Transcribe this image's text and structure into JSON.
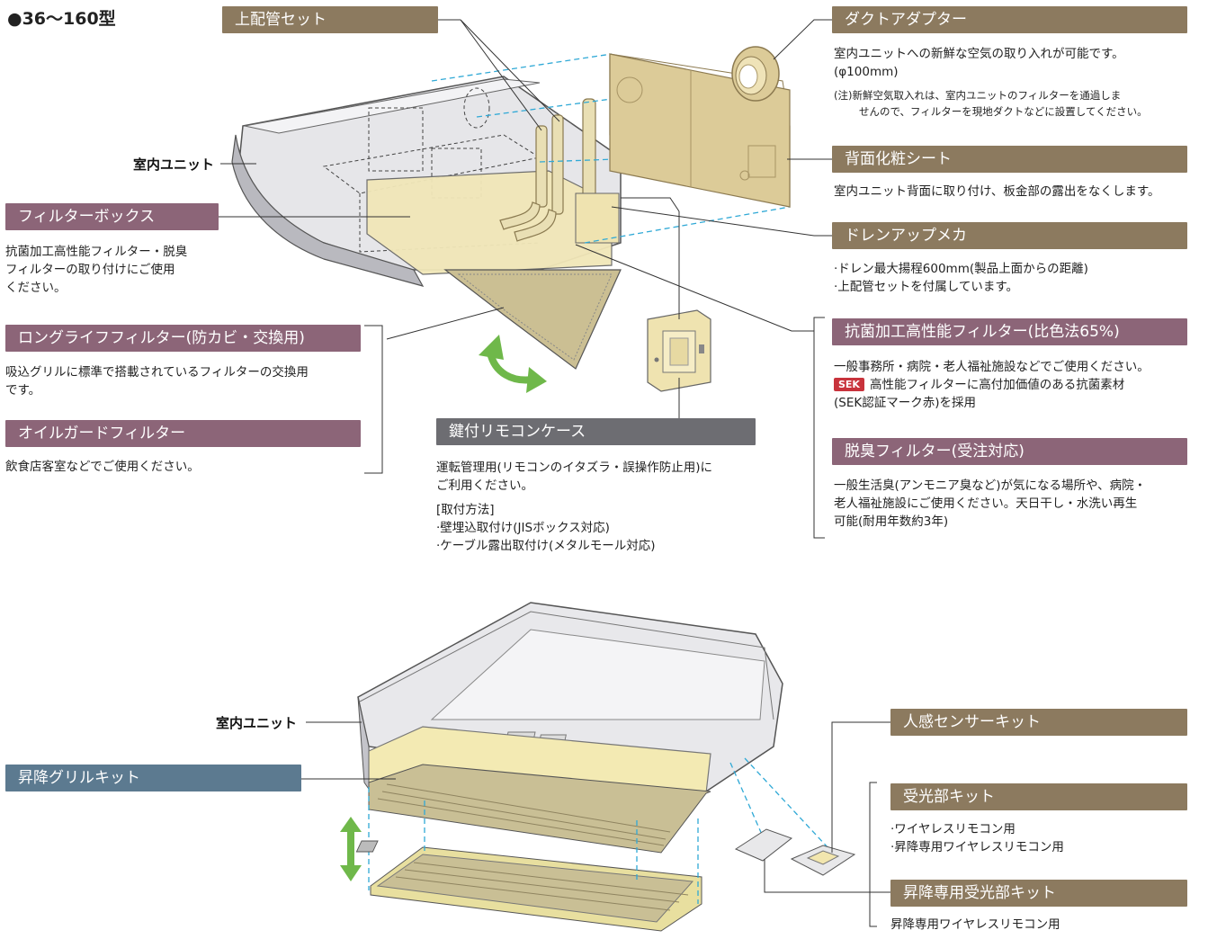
{
  "model_range": "●36〜160型",
  "top": {
    "indoor_unit_label": "室内ユニット",
    "upper_pipe_set": {
      "title": "上配管セット"
    },
    "duct_adapter": {
      "title": "ダクトアダプター",
      "desc1": "室内ユニットへの新鮮な空気の取り入れが可能です。",
      "desc2": "(φ100mm)",
      "note1": "(注)新鮮空気取入れは、室内ユニットのフィルターを通過しま",
      "note2": "せんので、フィルターを現地ダクトなどに設置してください。"
    },
    "back_sheet": {
      "title": "背面化粧シート",
      "desc": "室内ユニット背面に取り付け、板金部の露出をなくします。"
    },
    "drain_up": {
      "title": "ドレンアップメカ",
      "line1": "·ドレン最大揚程600mm(製品上面からの距離)",
      "line2": "·上配管セットを付属しています。"
    },
    "antibacterial_filter": {
      "title": "抗菌加工高性能フィルター(比色法65%)",
      "line1": "一般事務所・病院・老人福祉施設などでご使用ください。",
      "sek_badge": "SEK",
      "line2": "高性能フィルターに高付加価値のある抗菌素材",
      "line3": "(SEK認証マーク赤)を採用"
    },
    "deodor_filter": {
      "title": "脱臭フィルター(受注対応)",
      "line1": "一般生活臭(アンモニア臭など)が気になる場所や、病院・",
      "line2": "老人福祉施設にご使用ください。天日干し・水洗い再生",
      "line3": "可能(耐用年数約3年)"
    },
    "filter_box": {
      "title": "フィルターボックス",
      "line1": "抗菌加工高性能フィルター・脱臭",
      "line2": "フィルターの取り付けにご使用",
      "line3": "ください。"
    },
    "long_life_filter": {
      "title": "ロングライフフィルター(防カビ・交換用)",
      "line1": "吸込グリルに標準で搭載されているフィルターの交換用",
      "line2": "です。"
    },
    "oil_guard_filter": {
      "title": "オイルガードフィルター",
      "line1": "飲食店客室などでご使用ください。"
    },
    "remote_case": {
      "title": "鍵付リモコンケース",
      "line1": "運転管理用(リモコンのイタズラ・誤操作防止用)に",
      "line2": "ご利用ください。",
      "line3": "[取付方法]",
      "line4": "·壁埋込取付け(JISボックス対応)",
      "line5": "·ケーブル露出取付け(メタルモール対応)"
    }
  },
  "bottom": {
    "indoor_unit_label": "室内ユニット",
    "lift_grill_kit": {
      "title": "昇降グリルキット"
    },
    "human_sensor_kit": {
      "title": "人感センサーキット"
    },
    "receiver_kit": {
      "title": "受光部キット",
      "line1": "·ワイヤレスリモコン用",
      "line2": "·昇降専用ワイヤレスリモコン用"
    },
    "lift_receiver_kit": {
      "title": "昇降専用受光部キット",
      "line1": "昇降専用ワイヤレスリモコン用"
    }
  },
  "colors": {
    "tan_header": "#8c7a5f",
    "mauve_header": "#8c6578",
    "gray_header": "#6d6d72",
    "steel_header": "#5c7a90",
    "sek_red": "#c8333c",
    "green_arrow": "#6fb84a"
  }
}
